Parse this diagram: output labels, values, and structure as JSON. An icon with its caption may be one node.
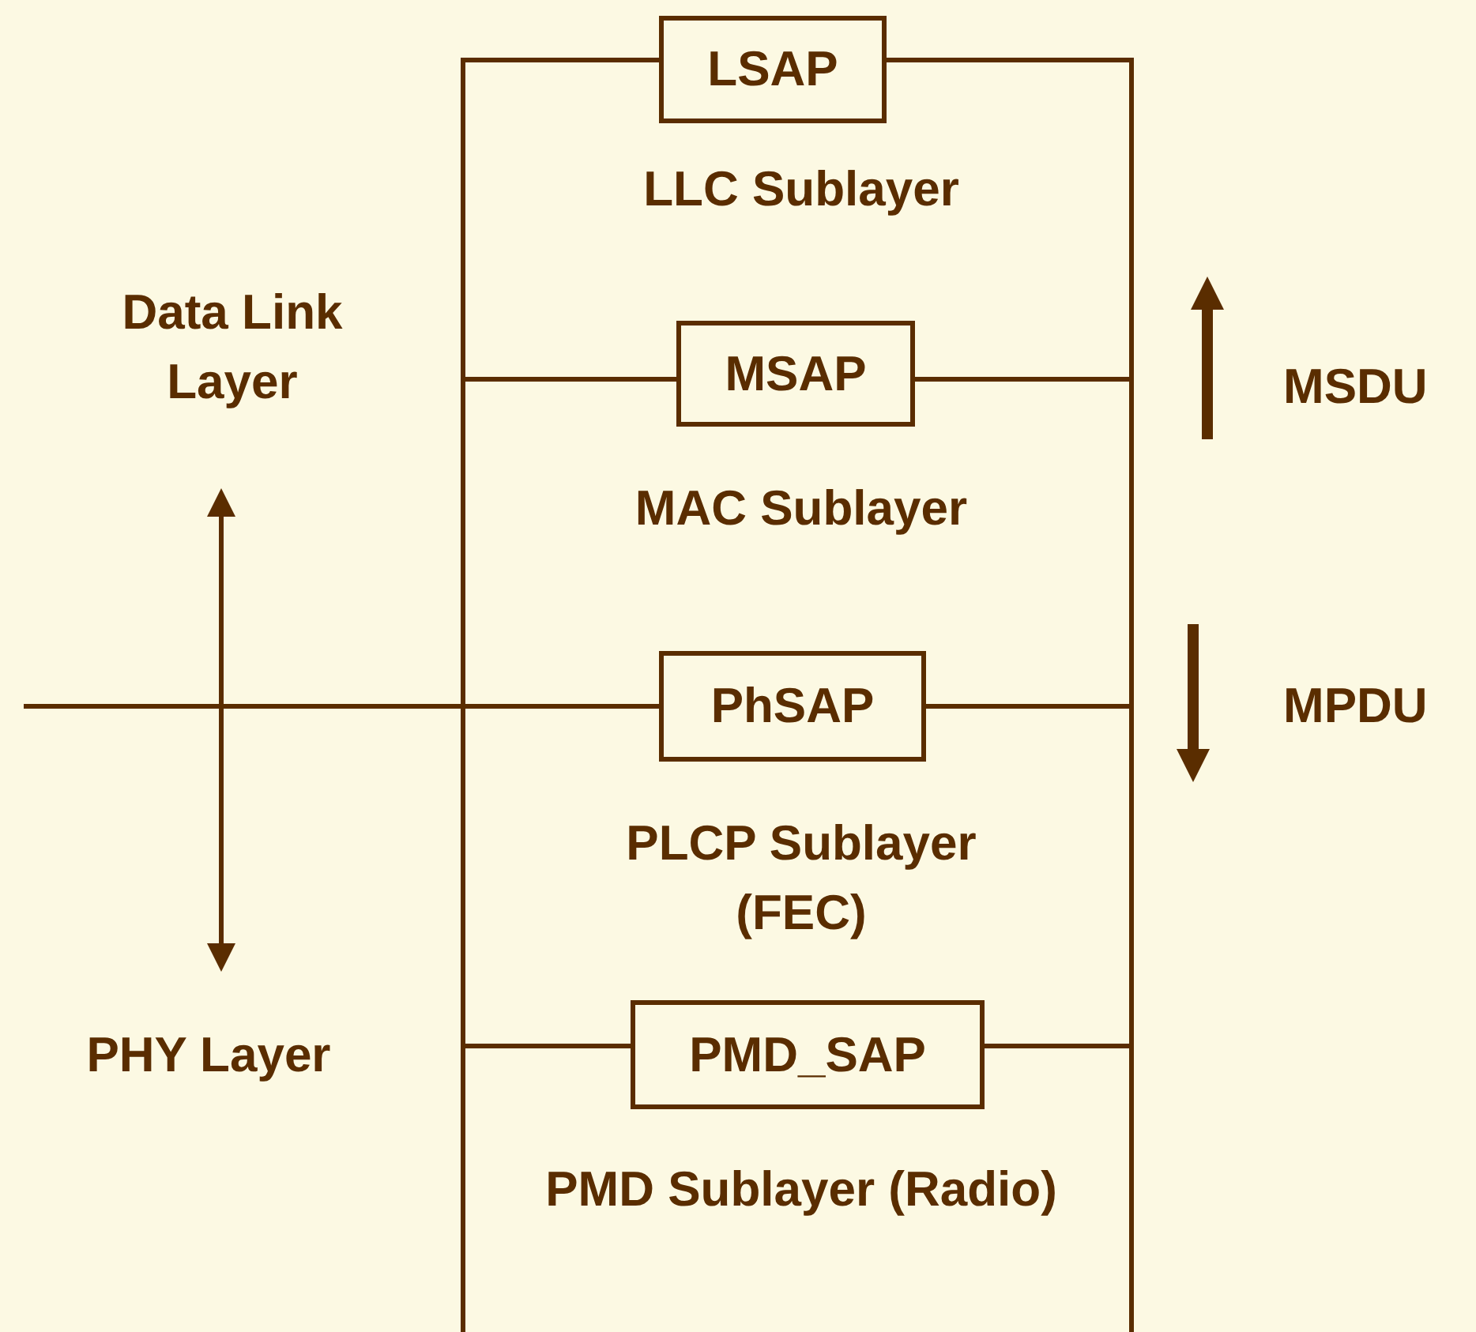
{
  "diagram": {
    "nodes": [
      {
        "text": [
          "LSAP"
        ]
      },
      {
        "text": [
          "LLC Sublayer"
        ]
      },
      {
        "text": [
          "MSAP"
        ]
      },
      {
        "text": [
          "MAC Sublayer"
        ]
      },
      {
        "text": [
          "PhSAP"
        ]
      },
      {
        "text": [
          "PLCP Sublayer (FEC)"
        ]
      },
      {
        "text": [
          "PMD_SAP"
        ]
      },
      {
        "text": [
          "PMD Sublayer (Radio)"
        ]
      },
      {
        "text": [
          "Data Link Layer"
        ]
      },
      {
        "text": [
          "PHY Layer"
        ]
      }
    ],
    "edges": [
      {
        "from": 8,
        "to": 9,
        "arrow": "both"
      }
    ],
    "labels": [
      "MSDU",
      "MPDU"
    ]
  }
}
